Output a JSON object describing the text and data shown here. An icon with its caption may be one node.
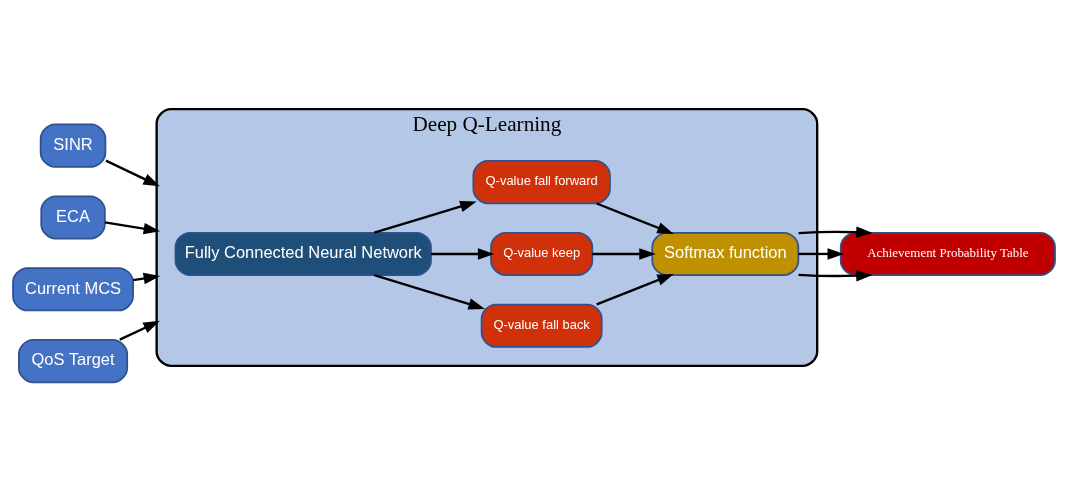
{
  "diagram": {
    "nodes": [
      {
        "text": [
          "SINR"
        ]
      },
      {
        "text": [
          "ECA"
        ]
      },
      {
        "text": [
          "Current MCS"
        ]
      },
      {
        "text": [
          "Deep Q-Learning"
        ]
      },
      {
        "text": [
          "Fully Connected Neural Network"
        ],
        "in": 3
      },
      {
        "text": [
          "Q-value fall back"
        ],
        "in": 3
      },
      {
        "text": [
          "Q-value keep"
        ],
        "in": 3
      },
      {
        "text": [
          "Q-value fall forward"
        ],
        "in": 3
      },
      {
        "text": [
          "Softmax function"
        ],
        "in": 3
      },
      {
        "text": [
          "Achievement Probability Table"
        ]
      },
      {
        "text": [
          "QoS Target"
        ]
      }
    ],
    "edges": [
      {
        "from": 0,
        "to": 3,
        "arrow": "to"
      },
      {
        "from": 1,
        "to": 3,
        "arrow": "to"
      },
      {
        "from": 2,
        "to": 3,
        "arrow": "to"
      },
      {
        "from": 4,
        "to": 5,
        "arrow": "to"
      },
      {
        "from": 4,
        "to": 6,
        "arrow": "to"
      },
      {
        "from": 4,
        "to": 7,
        "arrow": "to"
      },
      {
        "from": 5,
        "to": 8,
        "arrow": "to"
      },
      {
        "from": 6,
        "to": 8,
        "arrow": "to"
      },
      {
        "from": 7,
        "to": 8,
        "arrow": "to"
      },
      {
        "from": 8,
        "to": 9,
        "arrow": "to"
      },
      {
        "from": 8,
        "to": 9,
        "arrow": "to"
      },
      {
        "from": 8,
        "to": 9,
        "arrow": "to"
      },
      {
        "from": 10,
        "to": 3,
        "arrow": "to"
      }
    ]
  }
}
